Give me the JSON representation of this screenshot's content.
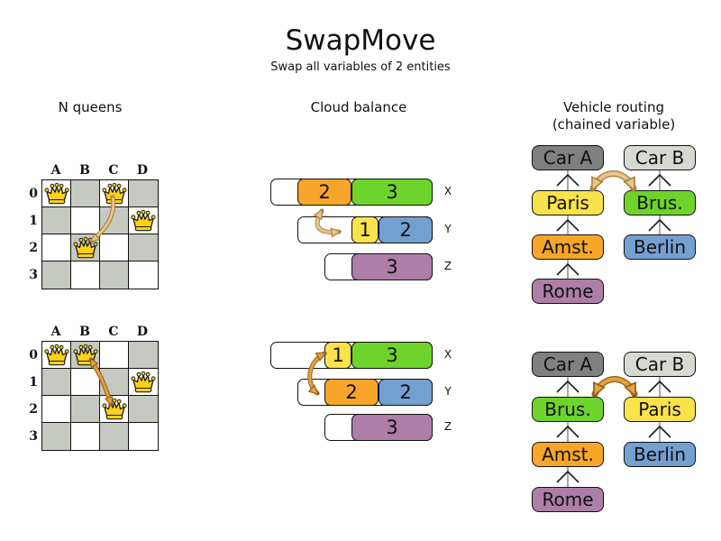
{
  "title": {
    "text": "SwapMove",
    "subtitle": "Swap all variables of 2 entities"
  },
  "palette": {
    "orange": "#f7a62a",
    "green": "#6ed42c",
    "yellow": "#f9e34b",
    "blue": "#74a0cf",
    "purple": "#ad7ea8",
    "gray_dark": "#7f8080",
    "gray_light": "#d6dad2",
    "board_dark_cell": "#c5c9c1",
    "board_light_cell": "#ffffff",
    "queen_gold": "#fcd116",
    "swap_arrow_light": "#ecc38d",
    "swap_arrow_strong": "#e4a142"
  },
  "sections": {
    "nqueens": {
      "label": "N queens",
      "col_labels": [
        "A",
        "B",
        "C",
        "D"
      ],
      "row_labels": [
        "0",
        "1",
        "2",
        "3"
      ],
      "states": [
        {
          "name": "before",
          "queens": [
            [
              0,
              0
            ],
            [
              2,
              0
            ],
            [
              3,
              1
            ],
            [
              1,
              2
            ]
          ],
          "swap": {
            "from": "C0",
            "to": "B2"
          }
        },
        {
          "name": "after",
          "queens": [
            [
              0,
              0
            ],
            [
              1,
              0
            ],
            [
              3,
              1
            ],
            [
              2,
              2
            ]
          ],
          "swap": {
            "from": "B0",
            "to": "C2"
          }
        }
      ]
    },
    "cloud": {
      "label": "Cloud balance",
      "states": [
        {
          "name": "before",
          "rows": [
            {
              "label": "X",
              "capacity": 6,
              "blocks": [
                {
                  "value": 2,
                  "color": "orange"
                },
                {
                  "value": 3,
                  "color": "green"
                }
              ]
            },
            {
              "label": "Y",
              "capacity": 5,
              "blocks": [
                {
                  "value": 1,
                  "color": "yellow"
                },
                {
                  "value": 2,
                  "color": "blue"
                }
              ]
            },
            {
              "label": "Z",
              "capacity": 4,
              "blocks": [
                {
                  "value": 3,
                  "color": "purple"
                }
              ]
            }
          ]
        },
        {
          "name": "after",
          "rows": [
            {
              "label": "X",
              "capacity": 6,
              "blocks": [
                {
                  "value": 1,
                  "color": "yellow"
                },
                {
                  "value": 3,
                  "color": "green"
                }
              ]
            },
            {
              "label": "Y",
              "capacity": 5,
              "blocks": [
                {
                  "value": 2,
                  "color": "orange"
                },
                {
                  "value": 2,
                  "color": "blue"
                }
              ]
            },
            {
              "label": "Z",
              "capacity": 4,
              "blocks": [
                {
                  "value": 3,
                  "color": "purple"
                }
              ]
            }
          ]
        }
      ]
    },
    "vehicle": {
      "label": "Vehicle routing",
      "sublabel": "(chained variable)",
      "states": [
        {
          "name": "before",
          "chains": [
            [
              {
                "label": "Car A",
                "color": "gray_dark"
              },
              {
                "label": "Paris",
                "color": "yellow"
              },
              {
                "label": "Amst.",
                "color": "orange"
              },
              {
                "label": "Rome",
                "color": "purple"
              }
            ],
            [
              {
                "label": "Car B",
                "color": "gray_light"
              },
              {
                "label": "Brus.",
                "color": "green"
              },
              {
                "label": "Berlin",
                "color": "blue"
              }
            ]
          ]
        },
        {
          "name": "after",
          "chains": [
            [
              {
                "label": "Car A",
                "color": "gray_dark"
              },
              {
                "label": "Brus.",
                "color": "green"
              },
              {
                "label": "Amst.",
                "color": "orange"
              },
              {
                "label": "Rome",
                "color": "purple"
              }
            ],
            [
              {
                "label": "Car B",
                "color": "gray_light"
              },
              {
                "label": "Paris",
                "color": "yellow"
              },
              {
                "label": "Berlin",
                "color": "blue"
              }
            ]
          ]
        }
      ]
    }
  }
}
